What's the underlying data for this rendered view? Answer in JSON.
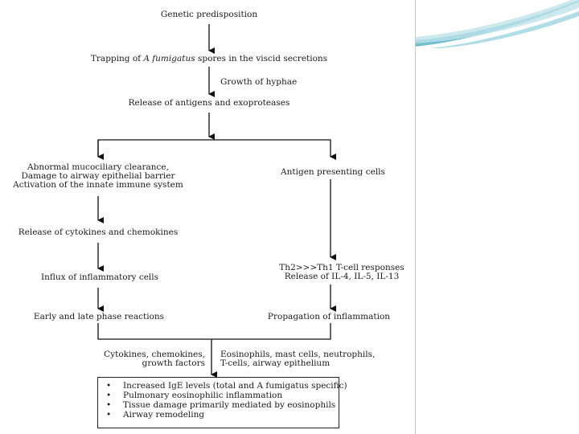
{
  "nodes": {
    "genetic": "Genetic predisposition",
    "trapping_pre": "Trapping of ",
    "trapping_em": "A fumigatus",
    "trapping_post": " spores in the viscid secretions",
    "hyphae": "Growth of hyphae",
    "release_antigens": "Release of antigens and exoproteases",
    "left1_line1": "Abnormal mucociliary clearance,",
    "left1_line2": "Damage to airway epithelial barrier",
    "left1_line3": "Activation of the innate immune system",
    "antigen_cells": "Antigen presenting cells",
    "cytokines_release": "Release of cytokines and chemokines",
    "th2_line1": "Th2>>>Th1 T-cell responses",
    "th2_line2": "Release of IL-4, IL-5, IL-13",
    "influx": "Influx of inflammatory cells",
    "early_late": "Early and late phase reactions",
    "propagation": "Propagation of inflammation",
    "merge_left_line1": "Cytokines, chemokines,",
    "merge_left_line2": "growth factors",
    "merge_right_line1": "Eosinophils, mast cells, neutrophils,",
    "merge_right_line2": "T-cells, airway epithelium"
  },
  "outcomes": {
    "bullet": "•",
    "items": [
      "Increased IgE levels (total and A fumigatus specific)",
      "Pulmonary eosinophilic inflammation",
      "Tissue damage primarily mediated by eosinophils",
      "Airway remodeling"
    ]
  },
  "colors": {
    "text": "#1a1a1a",
    "arrow": "#111111",
    "deco_teal": "#5fb8c9",
    "deco_light": "#bfe3ea"
  }
}
